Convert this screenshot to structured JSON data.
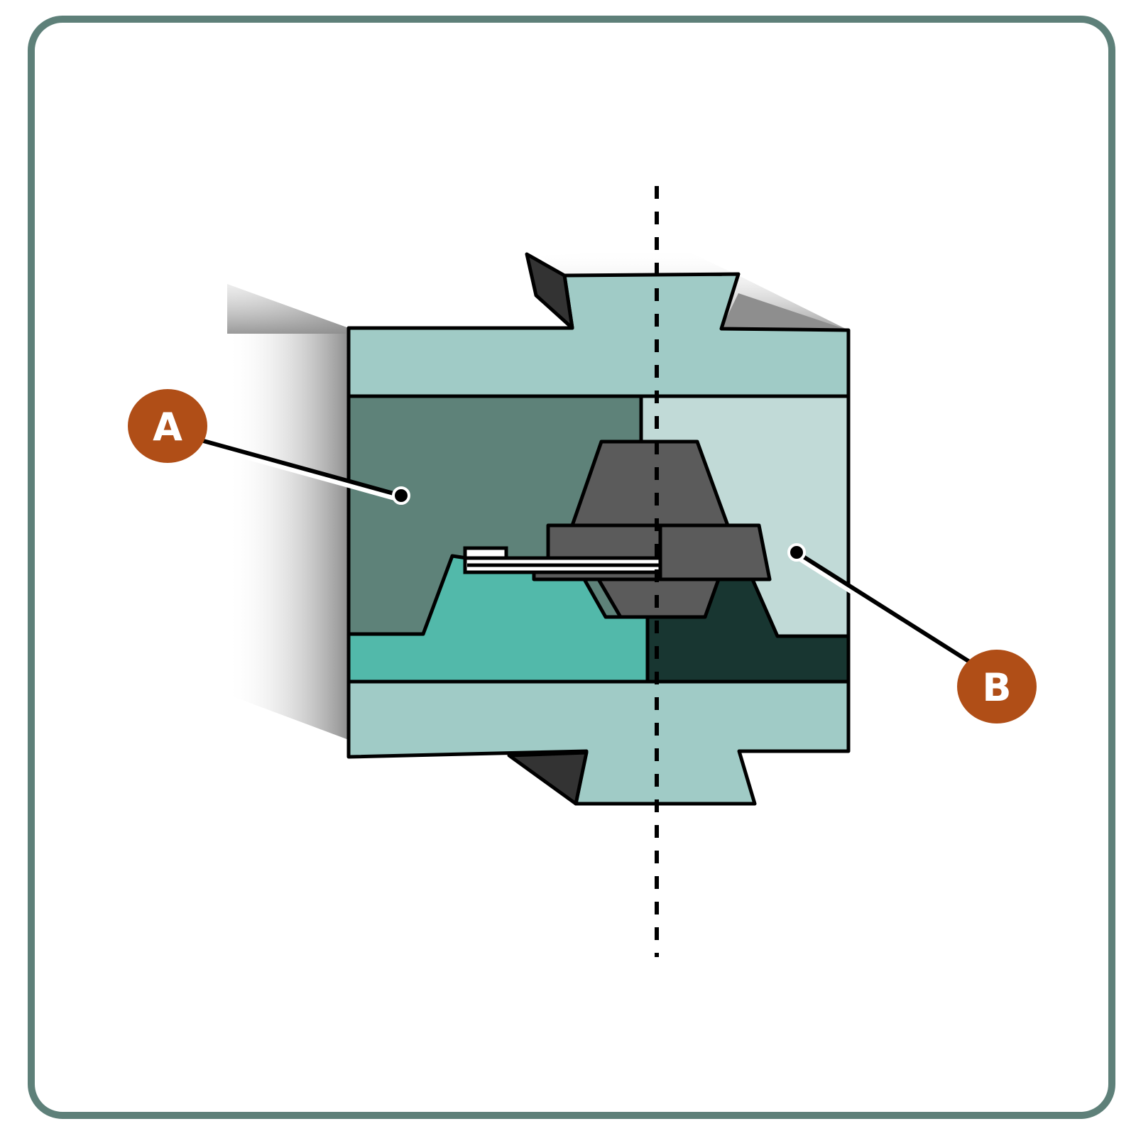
{
  "colors": {
    "frame_border": "#5e8079",
    "background": "#ffffff",
    "pale_teal": "#a0cbc6",
    "slate_teal": "#5e8279",
    "mint_light": "#c1dad7",
    "bright_teal": "#52b9aa",
    "deep_teal": "#183631",
    "gray_part": "#5b5b5b",
    "dark_wedge": "#333333",
    "callout": "#b04e17",
    "outline": "#000000",
    "shadow_gray": "#8e8e8e"
  },
  "callouts": {
    "a": {
      "label": "A"
    },
    "b": {
      "label": "B"
    }
  },
  "axis": {
    "style": "dashed"
  }
}
